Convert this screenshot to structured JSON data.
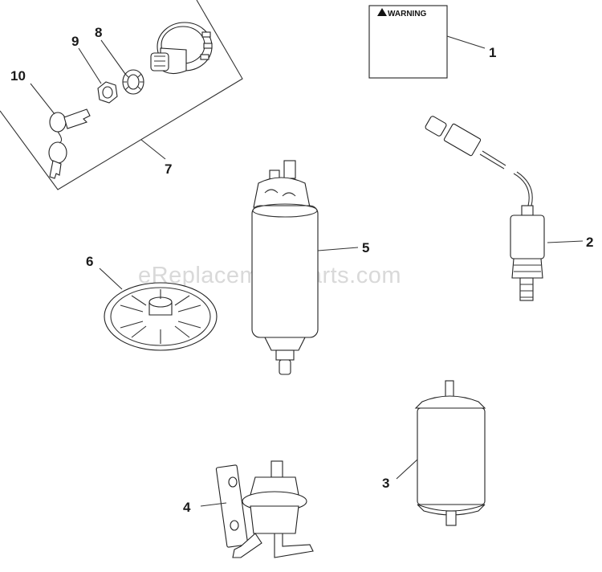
{
  "watermark": "eReplacementParts.com",
  "warning_decal": {
    "text": "WARNING"
  },
  "callouts": {
    "c1": "1",
    "c2": "2",
    "c3": "3",
    "c4": "4",
    "c5": "5",
    "c6": "6",
    "c7": "7",
    "c8": "8",
    "c9": "9",
    "c10": "10"
  }
}
